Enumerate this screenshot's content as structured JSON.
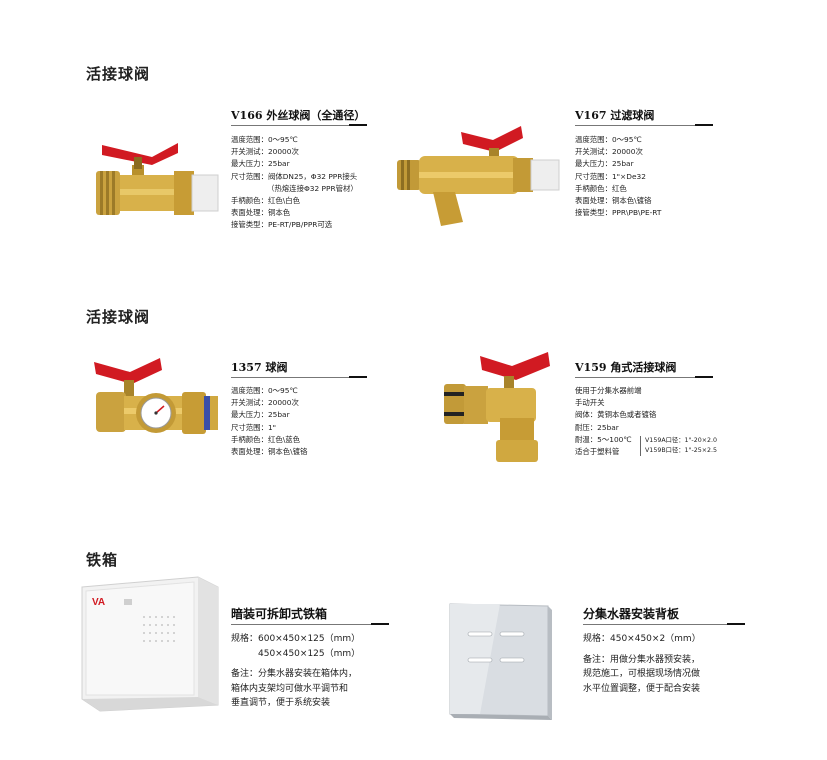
{
  "sections": {
    "s1": "活接球阀",
    "s2": "活接球阀",
    "s3": "铁箱"
  },
  "products": {
    "v166": {
      "title": "V166 外丝球阀（全通径）",
      "specs": [
        "温度范围：0～95℃",
        "开关测试：20000次",
        "最大压力：25bar",
        "尺寸范围：阀体DN25，Φ32 PPR接头",
        "（热熔连接Φ32 PPR管材）",
        "手柄颜色：红色\\白色",
        "表面处理：铜本色",
        "接管类型：PE-RT/PB/PPR可选"
      ]
    },
    "v167": {
      "title": "V167 过滤球阀",
      "specs": [
        "温度范围：0～95℃",
        "开关测试：20000次",
        "最大压力：25bar",
        "尺寸范围：1\"×De32",
        "手柄颜色：红色",
        "表面处理：铜本色\\镀铬",
        "接管类型：PPR\\PB\\PE-RT"
      ]
    },
    "p1357": {
      "title": "1357  球阀",
      "specs": [
        "温度范围：0～95℃",
        "开关测试：20000次",
        "最大压力：25bar",
        "尺寸范围：1\"",
        "手柄颜色：红色\\蓝色",
        "表面处理：铜本色\\镀铬"
      ]
    },
    "v159": {
      "title": "V159 角式活接球阀",
      "specs": [
        "使用于分集水器前端",
        "手动开关",
        "阀体：黄铜本色或者镀铬",
        "耐压：25bar",
        "耐温：5～100℃",
        "适合于塑料管"
      ],
      "sub_specs": [
        "V159A口径：1\"-20×2.0",
        "V159B口径：1\"-25×2.5"
      ]
    },
    "box": {
      "title": "暗装可拆卸式铁箱",
      "logo": "VA",
      "specs": [
        "规格：600×450×125（mm）",
        "　　　450×450×125（mm）",
        "备注：分集水器安装在箱体内，",
        "箱体内支架均可做水平调节和",
        "垂直调节，便于系统安装"
      ]
    },
    "plate": {
      "title": "分集水器安装背板",
      "specs": [
        "规格：450×450×2（mm）",
        "备注：用做分集水器预安装，",
        "规范施工，可根据现场情况做",
        "水平位置调整，便于配合安装"
      ]
    }
  },
  "colors": {
    "brass": "#c9a23c",
    "handle_red": "#d11a22",
    "ppr_white": "#f2f2f2",
    "box_logo_red": "#d11a22"
  }
}
